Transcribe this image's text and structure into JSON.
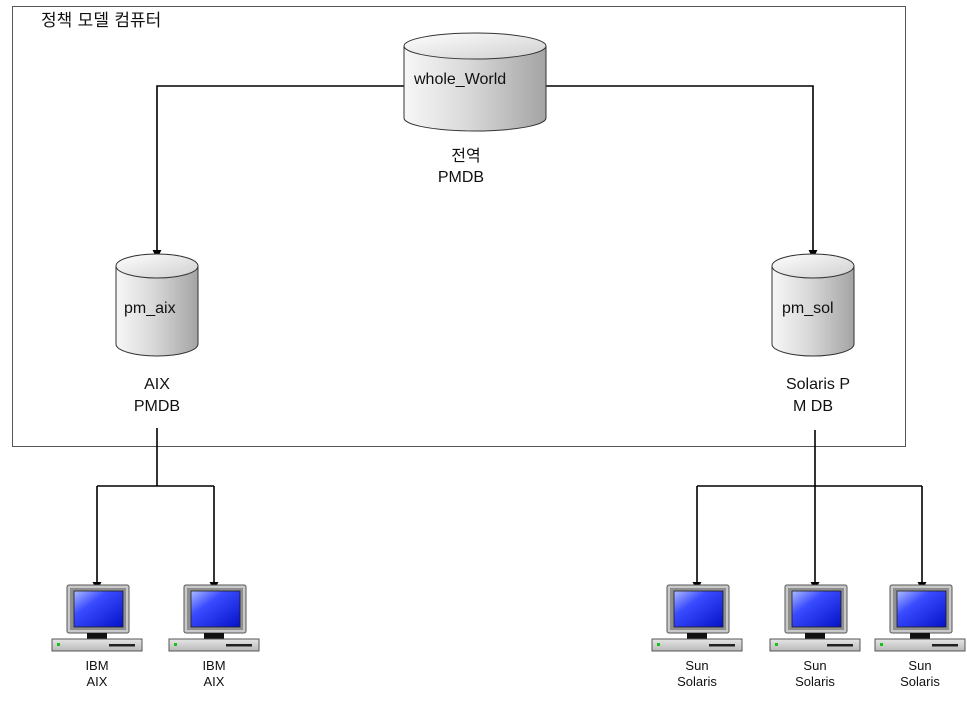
{
  "frame": {
    "title": "정책 모델 컴퓨터"
  },
  "databases": {
    "global": {
      "name": "whole_World",
      "caption_line1": "전역",
      "caption_line2": "PMDB"
    },
    "aix": {
      "name": "pm_aix",
      "caption_line1": "AIX",
      "caption_line2": "PMDB"
    },
    "solaris": {
      "name": "pm_sol",
      "caption_line1": "Solaris P",
      "caption_line2": "M DB"
    }
  },
  "computers": [
    {
      "line1": "IBM",
      "line2": "AIX"
    },
    {
      "line1": "IBM",
      "line2": "AIX"
    },
    {
      "line1": "Sun",
      "line2": "Solaris"
    },
    {
      "line1": "Sun",
      "line2": "Solaris"
    },
    {
      "line1": "Sun",
      "line2": "Solaris"
    }
  ],
  "colors": {
    "cylinder_light": "#f4f4f4",
    "cylinder_dark": "#a9a9a9",
    "screen_light": "#9fb4ff",
    "screen_dark": "#0a1be0",
    "led": "#16c31c",
    "line": "#000000"
  }
}
